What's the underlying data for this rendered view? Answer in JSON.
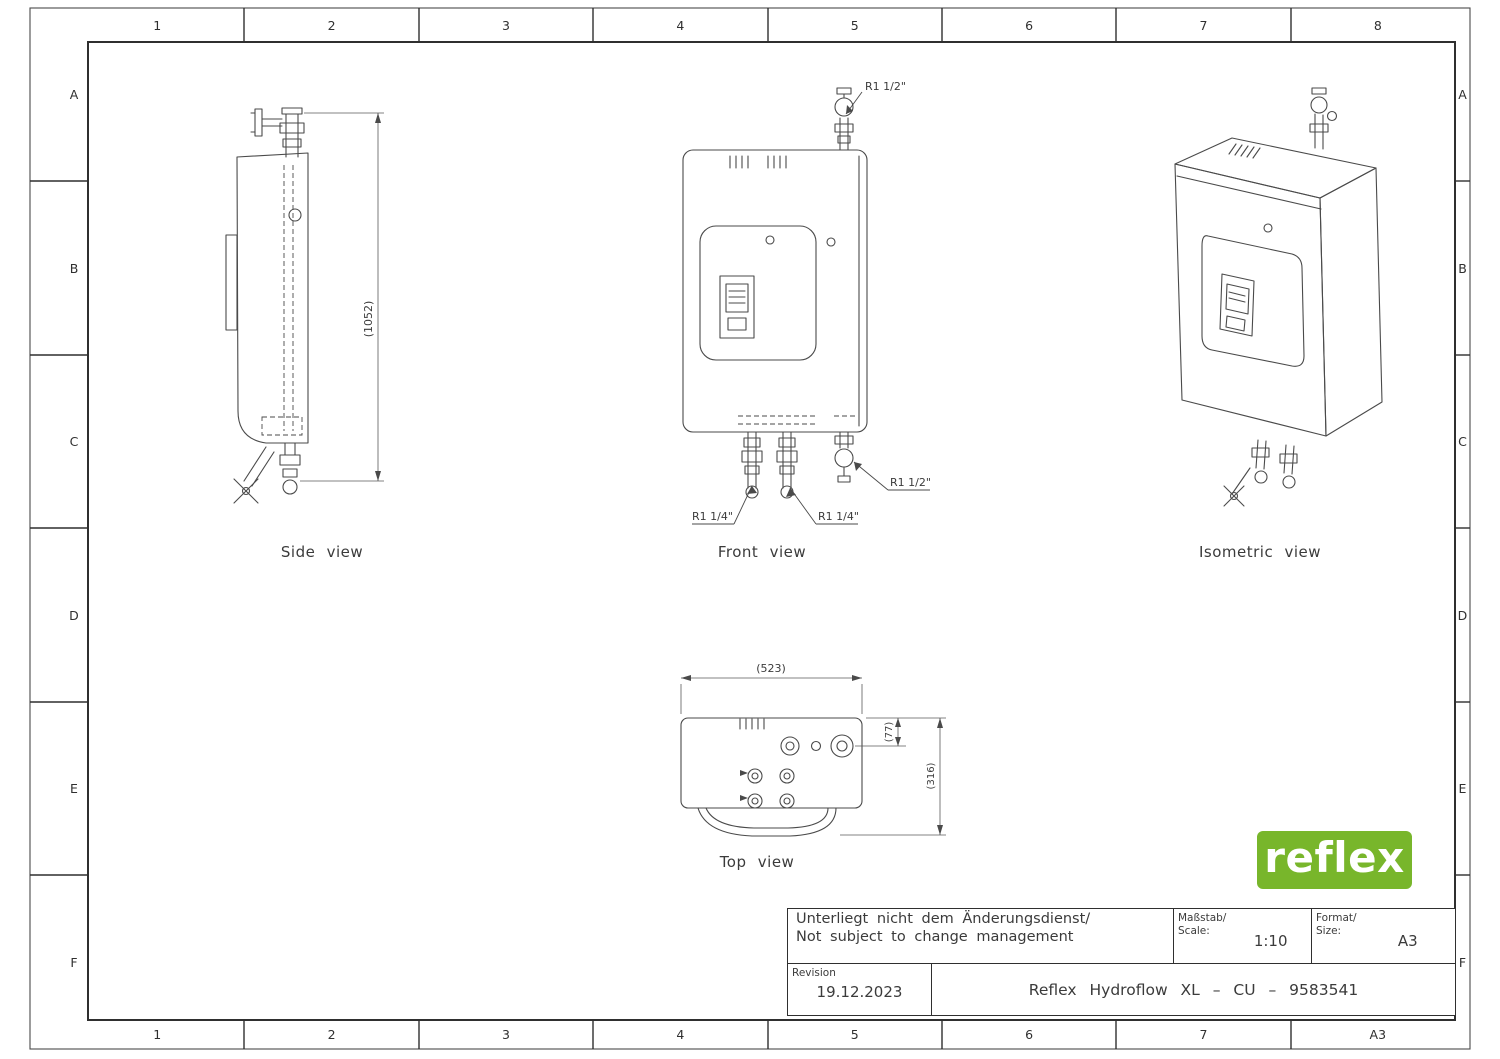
{
  "frame": {
    "columns_top": [
      "1",
      "2",
      "3",
      "4",
      "5",
      "6",
      "7",
      "8"
    ],
    "columns_bottom": [
      "1",
      "2",
      "3",
      "4",
      "5",
      "6",
      "7",
      "A3"
    ],
    "rows_left": [
      "A",
      "B",
      "C",
      "D",
      "E",
      "F"
    ],
    "rows_right": [
      "A",
      "B",
      "C",
      "D",
      "E",
      "F"
    ]
  },
  "views": {
    "side": {
      "label": "Side view",
      "dim_height": "(1052)"
    },
    "front": {
      "label": "Front view",
      "pipe_top": "R1 1/2\"",
      "pipe_bottom_left": "R1 1/4\"",
      "pipe_bottom_mid": "R1 1/4\"",
      "pipe_bottom_right": "R1 1/2\""
    },
    "isometric": {
      "label": "Isometric view"
    },
    "top": {
      "label": "Top view",
      "dim_width": "(523)",
      "dim_offset": "(77)",
      "dim_depth": "(316)"
    }
  },
  "logo": {
    "text": "reflex",
    "background_color": "#78b62b",
    "text_color": "#ffffff"
  },
  "title_block": {
    "note_line1": "Unterliegt nicht dem Änderungsdienst/",
    "note_line2": "Not subject to change management",
    "scale_label_line1": "Maßstab/",
    "scale_label_line2": "Scale:",
    "scale_value": "1:10",
    "format_label_line1": "Format/",
    "format_label_line2": "Size:",
    "format_value": "A3",
    "revision_label": "Revision",
    "revision_date": "19.12.2023",
    "drawing_title": "Reflex Hydroflow XL – CU – 9583541"
  }
}
